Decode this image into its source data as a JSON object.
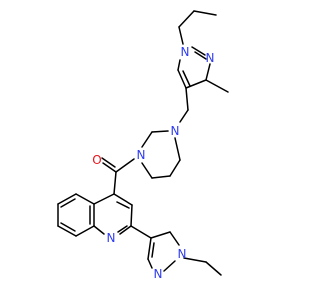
{
  "colors": {
    "bond": "#000000",
    "nitrogen": "#2f3cf0",
    "oxygen": "#e8131a",
    "background": "#ffffff"
  },
  "atoms": {
    "n_pyr_top_1": "N",
    "n_pyr_top_2": "N",
    "n_piperazine_top": "N",
    "n_piperazine_bottom": "N",
    "o_carbonyl": "O",
    "n_quinoline": "N",
    "n_pyr_bottom_1": "N",
    "n_pyr_bottom_2": "N"
  }
}
